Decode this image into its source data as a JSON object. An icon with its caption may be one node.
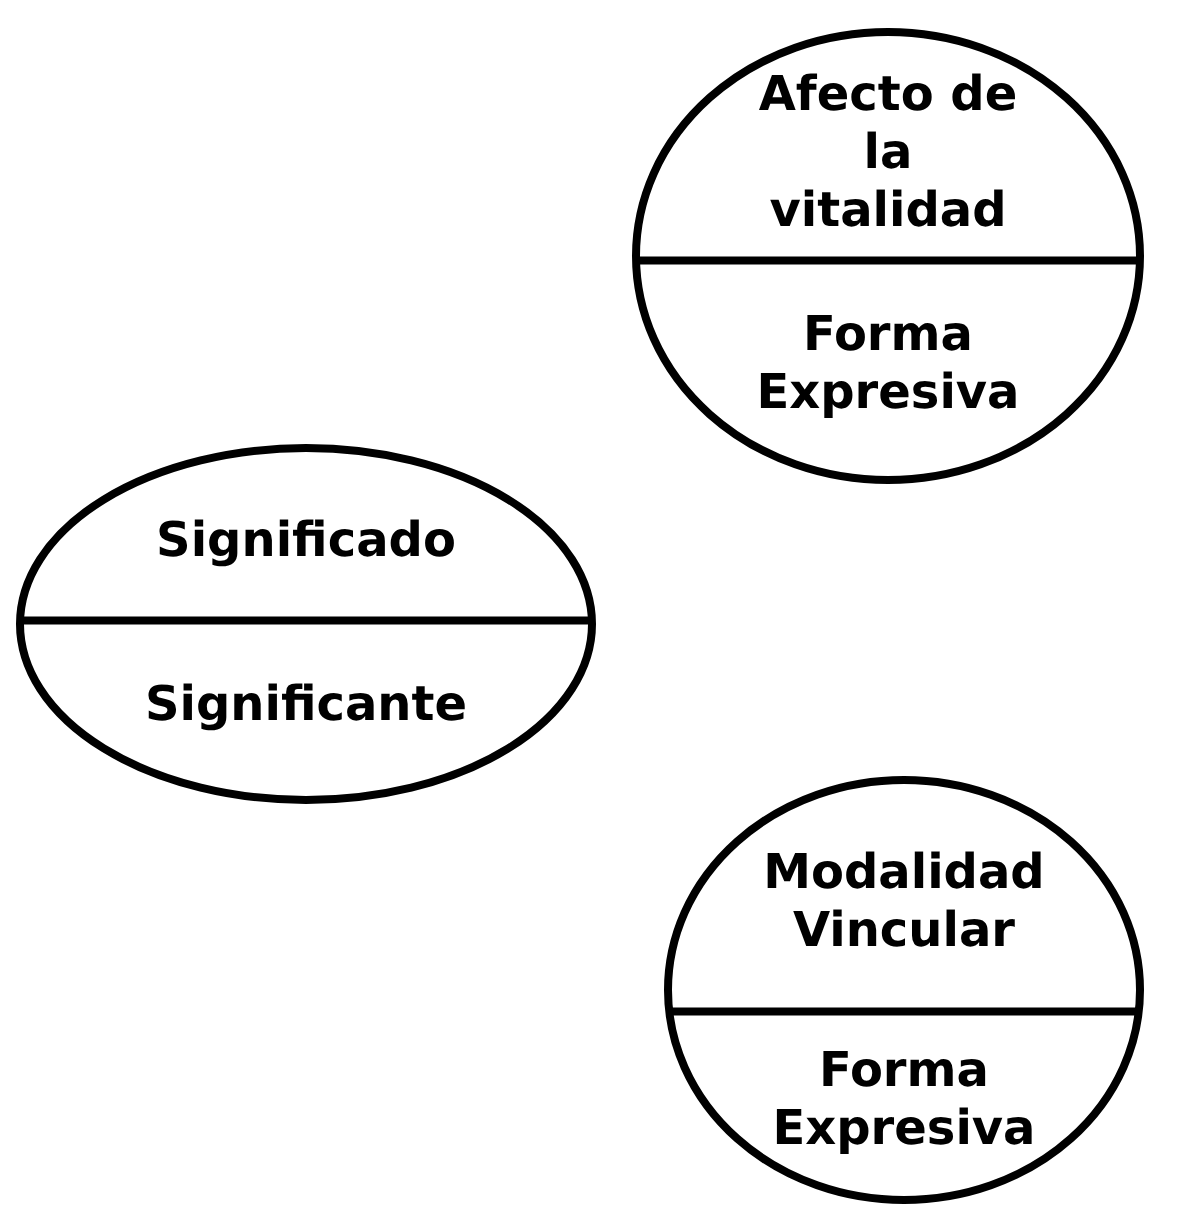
{
  "diagram": {
    "nodes": [
      {
        "text": [
          "Afecto de la vitalidad",
          "Forma Expresiva"
        ]
      },
      {
        "text": [
          "Significado",
          "Significante"
        ]
      },
      {
        "text": [
          "Modalidad Vincular",
          "Forma Expresiva"
        ]
      }
    ]
  }
}
